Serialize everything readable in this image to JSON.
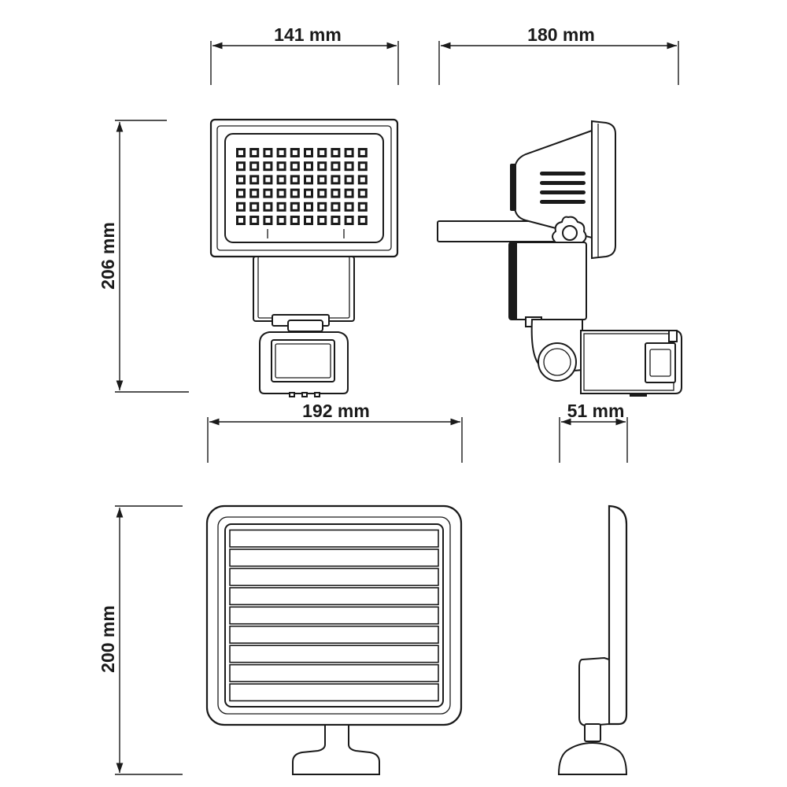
{
  "dimensions": {
    "lamp_width": "141 mm",
    "lamp_depth": "180 mm",
    "lamp_height": "206 mm",
    "sensor_width": "192 mm",
    "sensor_depth": "51 mm",
    "panel_height": "200 mm"
  },
  "colors": {
    "line": "#1a1a1a",
    "background": "#ffffff",
    "led": "#1a1a1a"
  },
  "led_grid": {
    "rows": 6,
    "cols": 10
  }
}
